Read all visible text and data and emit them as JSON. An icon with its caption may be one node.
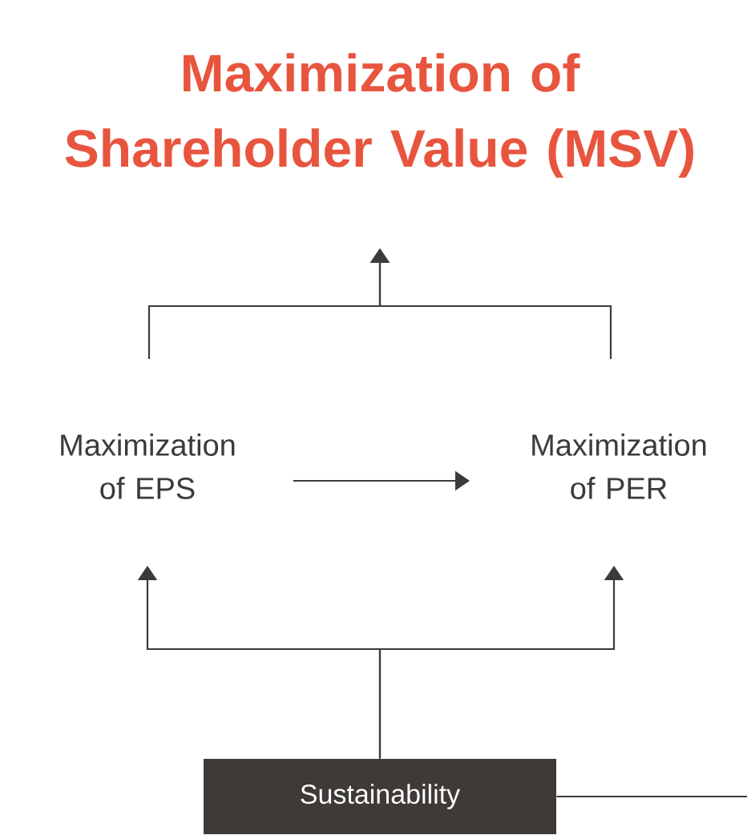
{
  "diagram": {
    "nodes": [
      {
        "text": [
          "Maximization of Shareholder Value (MSV)"
        ]
      },
      {
        "text": [
          "Maximization of EPS"
        ]
      },
      {
        "text": [
          "Maximization of PER"
        ]
      },
      {
        "text": [
          "Sustainability"
        ]
      }
    ],
    "edges": [
      {
        "from": 1,
        "to": 0,
        "arrow": "to"
      },
      {
        "from": 2,
        "to": 0,
        "arrow": "to"
      },
      {
        "from": 1,
        "to": 2,
        "arrow": "to"
      },
      {
        "from": 3,
        "to": 1,
        "arrow": "to"
      },
      {
        "from": 3,
        "to": 2,
        "arrow": "to"
      },
      {
        "from": 3,
        "to": null,
        "arrow": "none"
      }
    ]
  }
}
